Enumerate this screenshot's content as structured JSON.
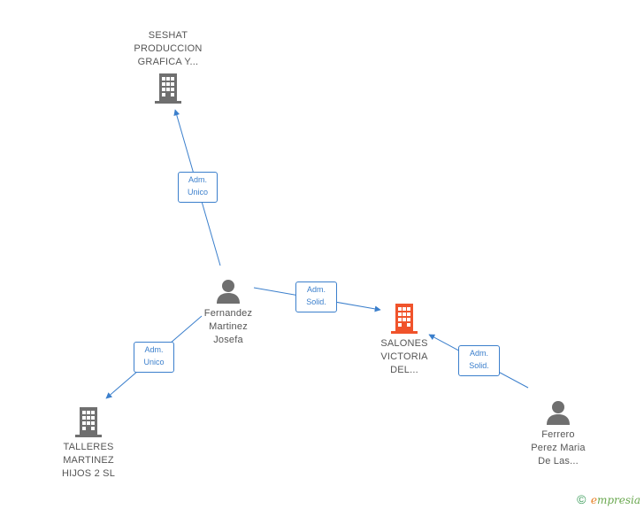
{
  "nodes": {
    "seshat": {
      "label": "SESHAT\nPRODUCCION\nGRAFICA Y...",
      "kind": "company",
      "color": "#6f6f6f"
    },
    "salones": {
      "label": "SALONES\nVICTORIA\nDEL...",
      "kind": "company",
      "color": "#f0532b"
    },
    "talleres": {
      "label": "TALLERES\nMARTINEZ\nHIJOS 2  SL",
      "kind": "company",
      "color": "#6f6f6f"
    },
    "fernandez": {
      "label": "Fernandez\nMartinez\nJosefa",
      "kind": "person",
      "color": "#6f6f6f"
    },
    "ferrero": {
      "label": "Ferrero\nPerez Maria\nDe Las...",
      "kind": "person",
      "color": "#6f6f6f"
    }
  },
  "edges": [
    {
      "from": "fernandez",
      "to": "seshat",
      "label": "Adm.\nUnico"
    },
    {
      "from": "fernandez",
      "to": "salones",
      "label": "Adm.\nSolid."
    },
    {
      "from": "fernandez",
      "to": "talleres",
      "label": "Adm.\nUnico"
    },
    {
      "from": "ferrero",
      "to": "salones",
      "label": "Adm.\nSolid."
    }
  ],
  "colors": {
    "edge": "#3b7fcc"
  },
  "watermark": {
    "copyright": "©",
    "brand_initial": "e",
    "brand_rest": "mpresia"
  }
}
